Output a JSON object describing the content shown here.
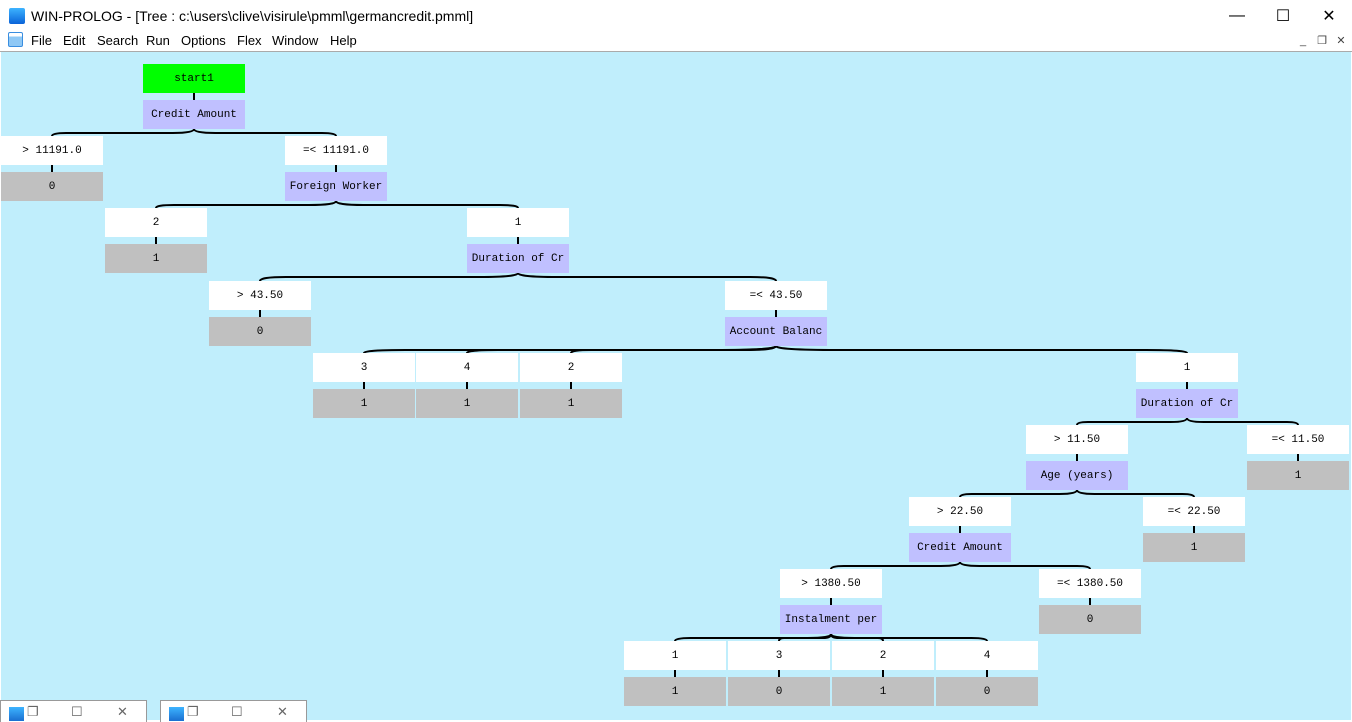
{
  "window": {
    "title": "WIN-PROLOG - [Tree : c:\\users\\clive\\visirule\\pmml\\germancredit.pmml]"
  },
  "menu": [
    "File",
    "Edit",
    "Search",
    "Run",
    "Options",
    "Flex",
    "Window",
    "Help"
  ],
  "colors": {
    "background": "#c0eefc",
    "start": "#00ff00",
    "node": "#c0c0ff",
    "leaf": "#c0c0c0",
    "label": "#ffffff"
  },
  "tree": [
    {
      "id": "s",
      "text": "start1",
      "kind": "start"
    },
    {
      "id": "n1",
      "text": "Credit Amount",
      "kind": "node",
      "parent": "s"
    },
    {
      "id": "l1",
      "text": "> 11191.0",
      "kind": "label",
      "parent": "n1"
    },
    {
      "id": "v1",
      "text": "0",
      "kind": "leaf",
      "parent": "l1"
    },
    {
      "id": "l2",
      "text": "=< 11191.0",
      "kind": "label",
      "parent": "n1"
    },
    {
      "id": "n2",
      "text": "Foreign Worker",
      "kind": "node",
      "parent": "l2"
    },
    {
      "id": "l3",
      "text": "2",
      "kind": "label",
      "parent": "n2"
    },
    {
      "id": "v3",
      "text": "1",
      "kind": "leaf",
      "parent": "l3"
    },
    {
      "id": "l4",
      "text": "1",
      "kind": "label",
      "parent": "n2"
    },
    {
      "id": "n3",
      "text": "Duration of Cr",
      "kind": "node",
      "parent": "l4"
    },
    {
      "id": "l5",
      "text": "> 43.50",
      "kind": "label",
      "parent": "n3"
    },
    {
      "id": "v5",
      "text": "0",
      "kind": "leaf",
      "parent": "l5"
    },
    {
      "id": "l6",
      "text": "=< 43.50",
      "kind": "label",
      "parent": "n3"
    },
    {
      "id": "n4",
      "text": "Account Balanc",
      "kind": "node",
      "parent": "l6"
    },
    {
      "id": "l7",
      "text": "3",
      "kind": "label",
      "parent": "n4"
    },
    {
      "id": "v7",
      "text": "1",
      "kind": "leaf",
      "parent": "l7"
    },
    {
      "id": "l8",
      "text": "4",
      "kind": "label",
      "parent": "n4"
    },
    {
      "id": "v8",
      "text": "1",
      "kind": "leaf",
      "parent": "l8"
    },
    {
      "id": "l9",
      "text": "2",
      "kind": "label",
      "parent": "n4"
    },
    {
      "id": "v9",
      "text": "1",
      "kind": "leaf",
      "parent": "l9"
    },
    {
      "id": "l10",
      "text": "1",
      "kind": "label",
      "parent": "n4"
    },
    {
      "id": "n5",
      "text": "Duration of Cr",
      "kind": "node",
      "parent": "l10"
    },
    {
      "id": "l11",
      "text": "> 11.50",
      "kind": "label",
      "parent": "n5"
    },
    {
      "id": "n6",
      "text": "Age (years)",
      "kind": "node",
      "parent": "l11"
    },
    {
      "id": "l12",
      "text": "=< 11.50",
      "kind": "label",
      "parent": "n5"
    },
    {
      "id": "v12",
      "text": "1",
      "kind": "leaf",
      "parent": "l12"
    },
    {
      "id": "l13",
      "text": "> 22.50",
      "kind": "label",
      "parent": "n6"
    },
    {
      "id": "n7",
      "text": "Credit Amount",
      "kind": "node",
      "parent": "l13"
    },
    {
      "id": "l14",
      "text": "=< 22.50",
      "kind": "label",
      "parent": "n6"
    },
    {
      "id": "v14",
      "text": "1",
      "kind": "leaf",
      "parent": "l14"
    },
    {
      "id": "l15",
      "text": "> 1380.50",
      "kind": "label",
      "parent": "n7"
    },
    {
      "id": "n8",
      "text": "Instalment per",
      "kind": "node",
      "parent": "l15"
    },
    {
      "id": "l16",
      "text": "=< 1380.50",
      "kind": "label",
      "parent": "n7"
    },
    {
      "id": "v16",
      "text": "0",
      "kind": "leaf",
      "parent": "l16"
    },
    {
      "id": "l17",
      "text": "1",
      "kind": "label",
      "parent": "n8"
    },
    {
      "id": "v17",
      "text": "1",
      "kind": "leaf",
      "parent": "l17"
    },
    {
      "id": "l18",
      "text": "3",
      "kind": "label",
      "parent": "n8"
    },
    {
      "id": "v18",
      "text": "0",
      "kind": "leaf",
      "parent": "l18"
    },
    {
      "id": "l19",
      "text": "2",
      "kind": "label",
      "parent": "n8"
    },
    {
      "id": "v19",
      "text": "1",
      "kind": "leaf",
      "parent": "l19"
    },
    {
      "id": "l20",
      "text": "4",
      "kind": "label",
      "parent": "n8"
    },
    {
      "id": "v20",
      "text": "0",
      "kind": "leaf",
      "parent": "l20"
    }
  ]
}
